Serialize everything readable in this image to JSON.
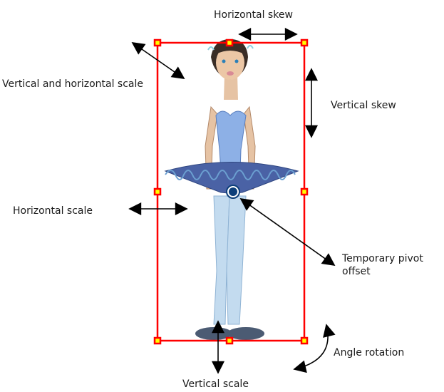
{
  "labels": {
    "horizontal_skew": "Horizontal skew",
    "vertical_horizontal_scale": "Vertical and horizontal scale",
    "vertical_skew": "Vertical skew",
    "horizontal_scale": "Horizontal scale",
    "pivot_line1": "Temporary pivot",
    "pivot_line2": "offset",
    "angle_rotation": "Angle rotation",
    "vertical_scale": "Vertical scale"
  },
  "colors": {
    "bounding_box": "#ff0000",
    "handle_fill": "#ffff00",
    "arrow": "#000000",
    "pivot": "#0d3f7a"
  }
}
